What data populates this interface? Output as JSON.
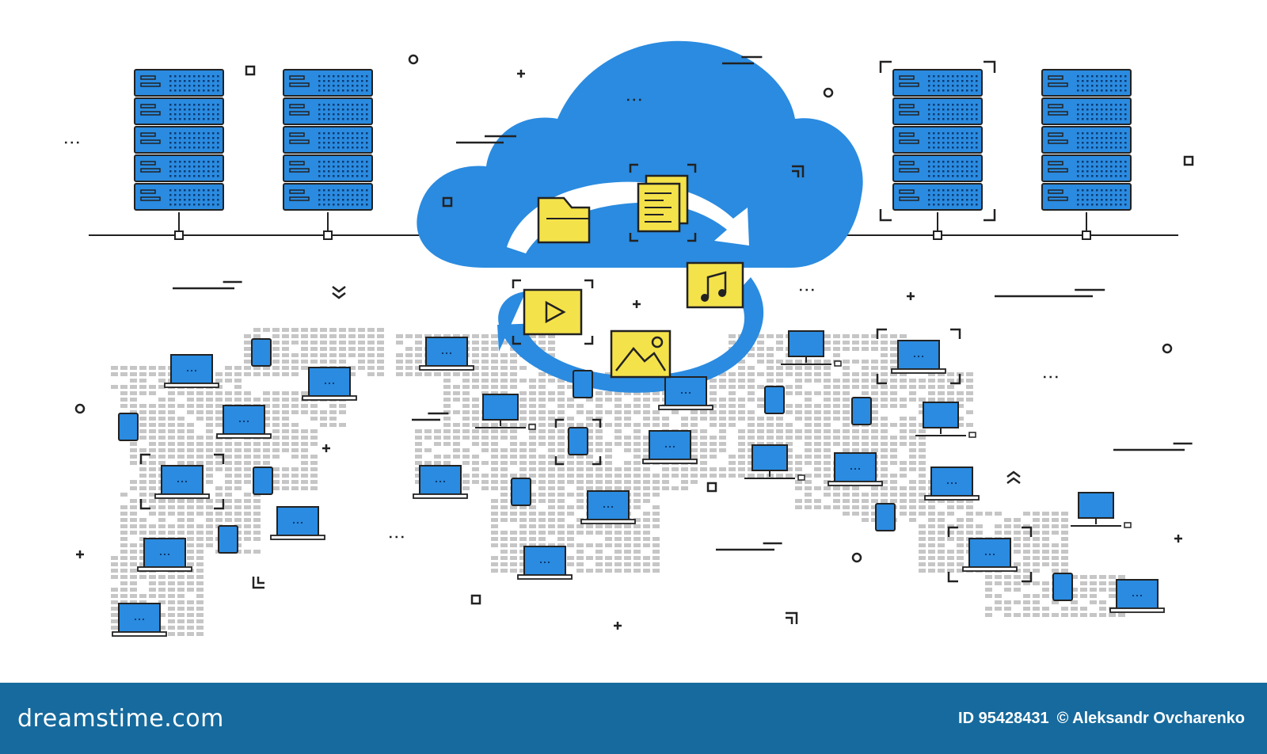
{
  "colors": {
    "blue": "#2a8be0",
    "blue_dark": "#1560b0",
    "yellow": "#f4e24a",
    "map_dot": "#c6c6c6",
    "line": "#222222",
    "footer": "#166a9d"
  },
  "icons": {
    "servers": "server-rack-icon",
    "cloud": "cloud-icon",
    "sync": "sync-arrows-icon",
    "folder": "folder-icon",
    "document": "document-icon",
    "music": "music-note-icon",
    "video": "play-video-icon",
    "image": "image-icon",
    "devices": "laptop-icon"
  },
  "footer": {
    "brand": "dreamstime.com",
    "image_id": "ID 95428431",
    "copyright": "© Aleksandr Ovcharenko"
  }
}
